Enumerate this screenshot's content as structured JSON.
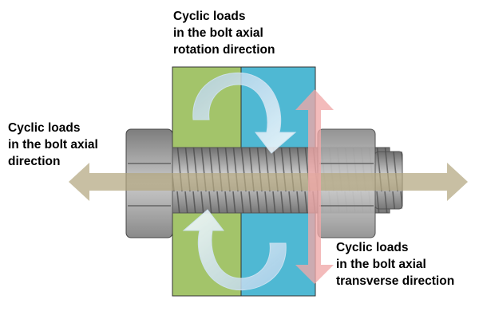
{
  "labels": {
    "rotation": [
      "Cyclic loads",
      "in the bolt axial",
      "rotation direction"
    ],
    "axial": [
      "Cyclic loads",
      "in the bolt axial",
      "direction"
    ],
    "transverse": [
      "Cyclic loads",
      "in the bolt axial",
      "transverse direction"
    ]
  },
  "colors": {
    "green_plate": "#a3c46a",
    "blue_plate": "#4fb8d3",
    "axial_arrow": "#b3a67f",
    "transverse_arrow": "#f0a8a8",
    "rotation_arrow": "#e4f1f9",
    "bolt_metal": "#9b9b9b"
  },
  "icons": {
    "bolt": "bolt-icon",
    "axial_arrow": "double-horizontal-arrow-icon",
    "transverse_arrow": "double-vertical-arrow-icon",
    "rotation_arrows": "curved-arrow-icon"
  }
}
